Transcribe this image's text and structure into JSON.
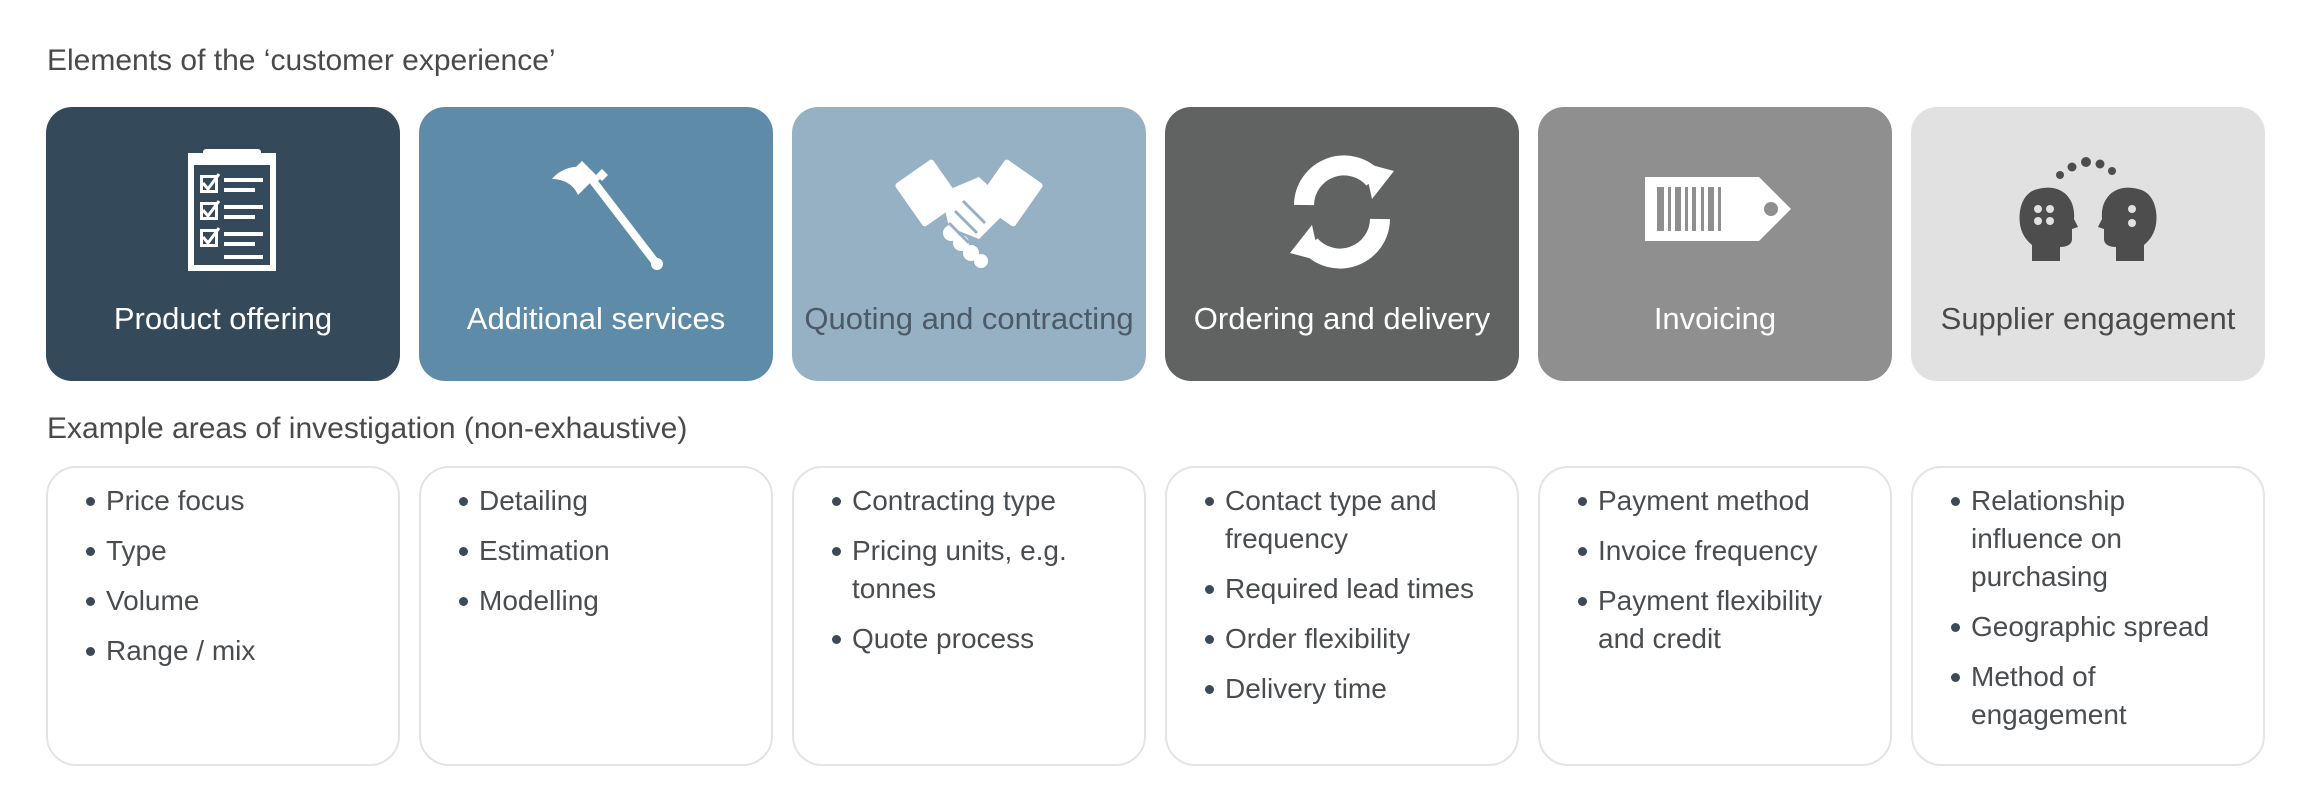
{
  "headings": {
    "elements": "Elements of the ‘customer experience’",
    "areas": "Example areas of investigation (non-exhaustive)"
  },
  "tiles": [
    {
      "label": "Product offering",
      "icon": "checklist-icon",
      "bg": "#344a5a",
      "fg": "#ffffff"
    },
    {
      "label": "Additional services",
      "icon": "axe-icon",
      "bg": "#5e8ba7",
      "fg": "#ffffff"
    },
    {
      "label": "Quoting and contracting",
      "icon": "handshake-icon",
      "bg": "#97b1c4",
      "fg": "#4b5a66"
    },
    {
      "label": "Ordering and delivery",
      "icon": "refresh-cycle-icon",
      "bg": "#616362",
      "fg": "#ffffff"
    },
    {
      "label": "Invoicing",
      "icon": "barcode-tag-icon",
      "bg": "#8e8f8e",
      "fg": "#ffffff"
    },
    {
      "label": "Supplier engagement",
      "icon": "two-heads-icon",
      "bg": "#e1e1e1",
      "fg": "#4a4a4a"
    }
  ],
  "areas": [
    [
      "Price focus",
      "Type",
      "Volume",
      "Range / mix"
    ],
    [
      "Detailing",
      "Estimation",
      "Modelling"
    ],
    [
      "Contracting type",
      "Pricing units, e.g. tonnes",
      "Quote process"
    ],
    [
      "Contact type and frequency",
      "Required lead times",
      "Order flexibility",
      "Delivery time"
    ],
    [
      "Payment method",
      "Invoice frequency",
      "Payment flexibility and credit"
    ],
    [
      "Relationship influence on purchasing",
      "Geographic spread",
      "Method of engagement"
    ]
  ]
}
